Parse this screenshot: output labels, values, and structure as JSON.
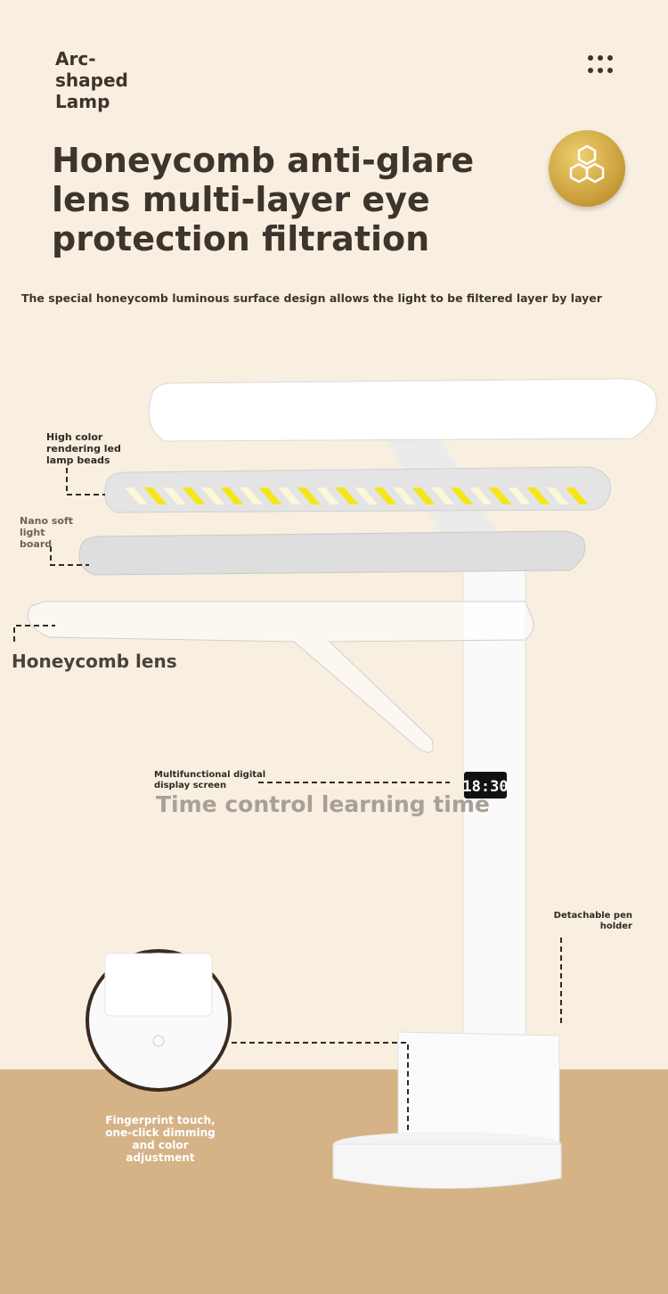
{
  "header": {
    "brand": "Arc-shaped Lamp",
    "menu_icon": "more-dots-icon"
  },
  "title": "Honeycomb anti-glare lens multi-layer eye protection filtration",
  "subtitle": "The special honeycomb luminous surface design allows the light to be filtered layer by layer",
  "labels": {
    "led": "High color rendering led lamp beads",
    "board": "Nano soft light board",
    "lens": "Honeycomb lens",
    "display": "Multifunctional digital display screen",
    "display_caption": "Time control learning time",
    "clock": "18:30",
    "pen_holder": "Detachable pen holder",
    "touch": "Fingerprint touch, one-click dimming and color adjustment"
  },
  "colors": {
    "background": "#f8efe0",
    "floor": "#d5b387",
    "led_yellow": "#f5e61a",
    "badge_gold": "#c59a35"
  }
}
